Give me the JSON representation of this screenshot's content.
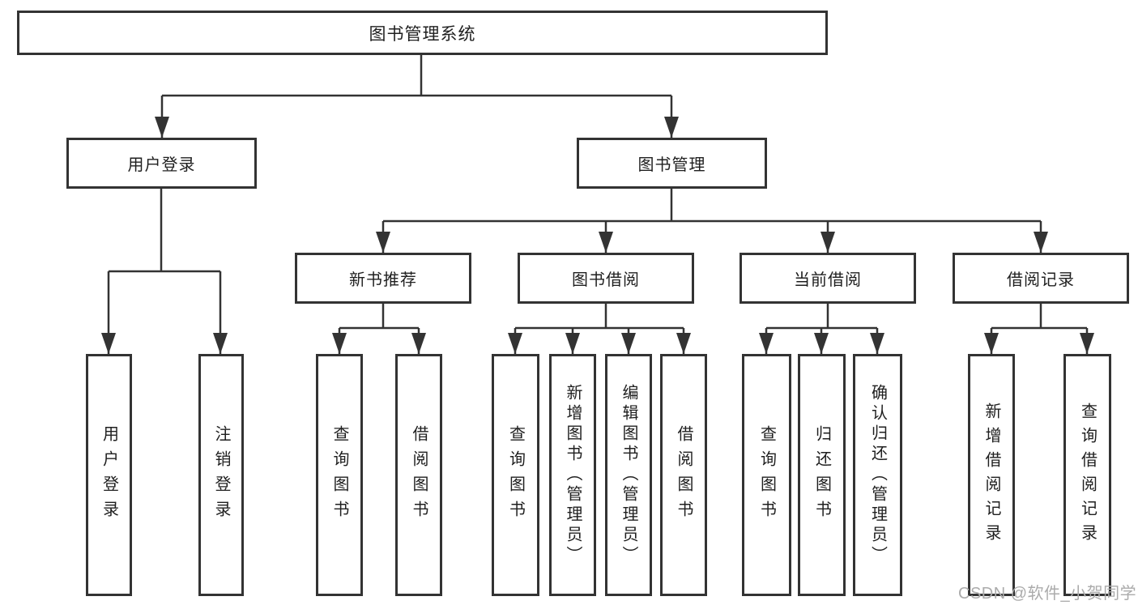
{
  "diagram": {
    "root": {
      "label": "图书管理系统"
    },
    "branches": [
      {
        "label": "用户登录",
        "children": [
          {
            "label": "用户登录"
          },
          {
            "label": "注销登录"
          }
        ]
      },
      {
        "label": "图书管理",
        "children": [
          {
            "label": "新书推荐",
            "children": [
              {
                "label": "查询图书"
              },
              {
                "label": "借阅图书"
              }
            ]
          },
          {
            "label": "图书借阅",
            "children": [
              {
                "label": "查询图书"
              },
              {
                "label": "新增图书（管理员）"
              },
              {
                "label": "编辑图书（管理员）"
              },
              {
                "label": "借阅图书"
              }
            ]
          },
          {
            "label": "当前借阅",
            "children": [
              {
                "label": "查询图书"
              },
              {
                "label": "归还图书"
              },
              {
                "label": "确认归还（管理员）"
              }
            ]
          },
          {
            "label": "借阅记录",
            "children": [
              {
                "label": "新增借阅记录"
              },
              {
                "label": "查询借阅记录"
              }
            ]
          }
        ]
      }
    ]
  },
  "watermark": {
    "text": "CSDN @软件_小贺同学",
    "color": "#ababab"
  },
  "colors": {
    "line": "#333333",
    "border": "#333333",
    "text": "#1f1f1f",
    "watermark": "#ababab",
    "background": "#ffffff"
  }
}
